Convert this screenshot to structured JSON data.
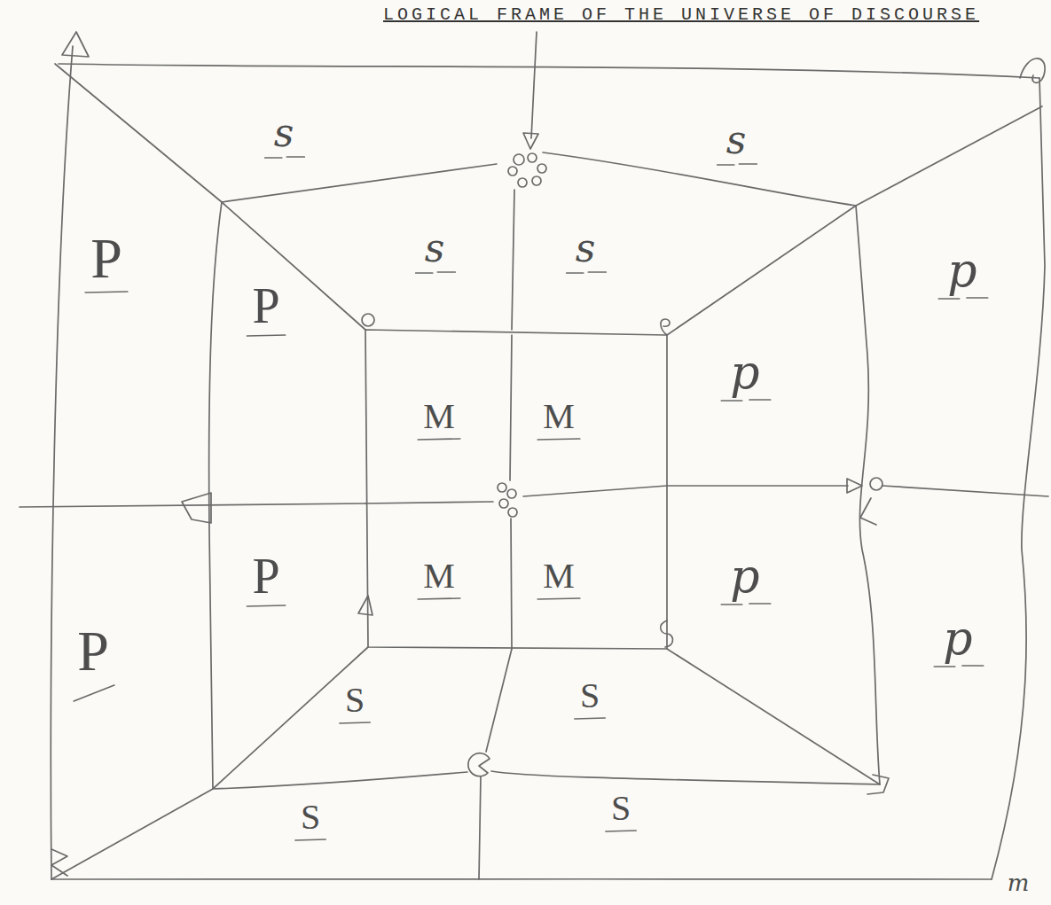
{
  "diagram": {
    "title": "LOGICAL FRAME OF THE UNIVERSE OF DISCOURSE",
    "labels": [
      "s",
      "s",
      "s",
      "s",
      "P",
      "p",
      "P",
      "p",
      "M",
      "M",
      "P",
      "M",
      "M",
      "p",
      "p",
      "P",
      "S",
      "S",
      "S",
      "S",
      "m"
    ]
  }
}
